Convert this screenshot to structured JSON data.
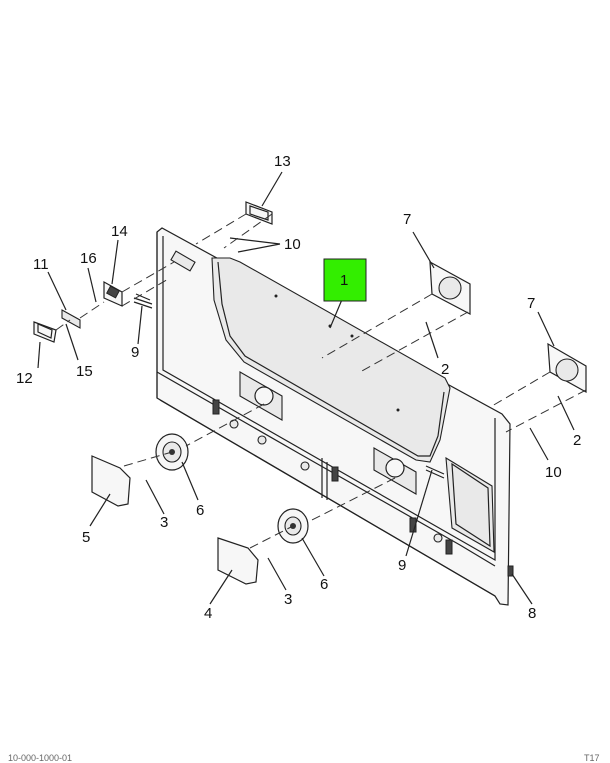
{
  "callouts": {
    "c1": "1",
    "c2a": "2",
    "c2b": "2",
    "c3a": "3",
    "c3b": "3",
    "c4": "4",
    "c5": "5",
    "c6a": "6",
    "c6b": "6",
    "c7a": "7",
    "c7b": "7",
    "c8": "8",
    "c9a": "9",
    "c9b": "9",
    "c10a": "10",
    "c10b": "10",
    "c11": "11",
    "c12": "12",
    "c13": "13",
    "c14": "14",
    "c15": "15",
    "c16": "16"
  },
  "highlight_color": "#33ee00",
  "footer": {
    "left": "10-000-1000-01",
    "right": "T17"
  }
}
